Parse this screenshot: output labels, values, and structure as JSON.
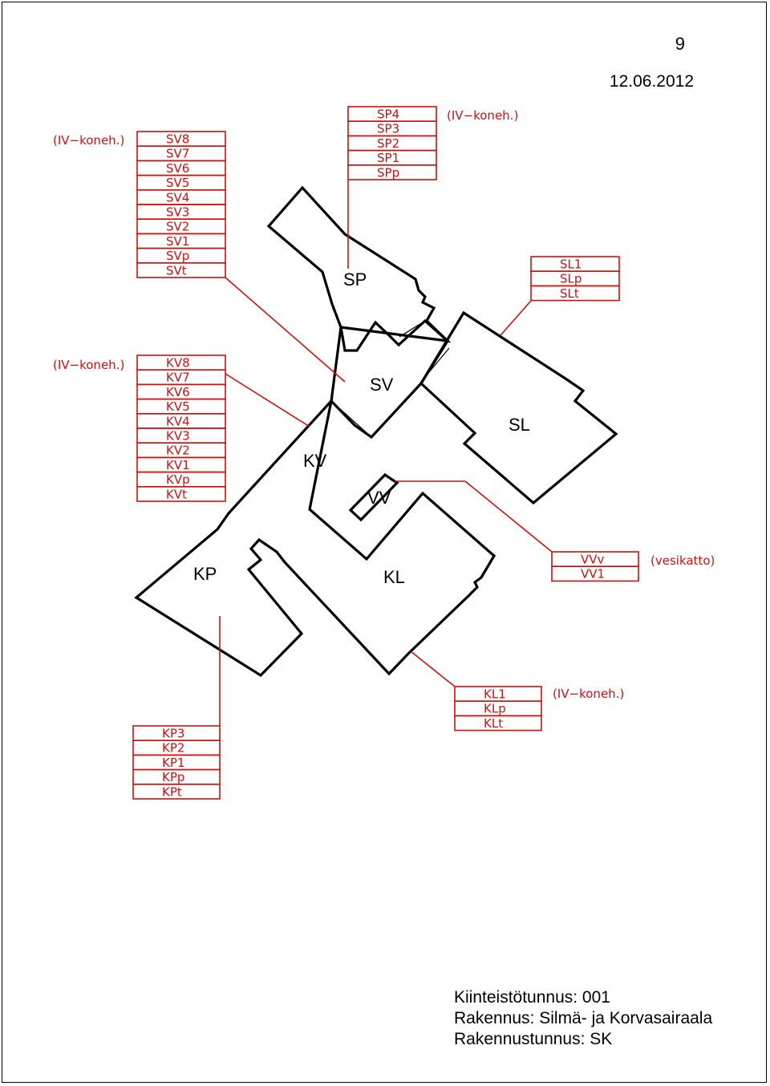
{
  "header": {
    "page_number": "9",
    "date": "12.06.2012"
  },
  "colors": {
    "callout": "#cc1111",
    "outline": "#000000"
  },
  "zones": {
    "SP": "SP",
    "SV": "SV",
    "SL": "SL",
    "KV": "KV",
    "VV": "VV",
    "KP": "KP",
    "KL": "KL"
  },
  "callouts": {
    "SV": {
      "note": "(IV−koneh.)",
      "levels": [
        "SV8",
        "SV7",
        "SV6",
        "SV5",
        "SV4",
        "SV3",
        "SV2",
        "SV1",
        "SVp",
        "SVt"
      ]
    },
    "SP": {
      "note": "(IV−koneh.)",
      "levels": [
        "SP4",
        "SP3",
        "SP2",
        "SP1",
        "SPp"
      ]
    },
    "SL": {
      "levels": [
        "SL1",
        "SLp",
        "SLt"
      ]
    },
    "KV": {
      "note": "(IV−koneh.)",
      "levels": [
        "KV8",
        "KV7",
        "KV6",
        "KV5",
        "KV4",
        "KV3",
        "KV2",
        "KV1",
        "KVp",
        "KVt"
      ]
    },
    "VV": {
      "note": "(vesikatto)",
      "levels": [
        "VVv",
        "VV1"
      ]
    },
    "KL": {
      "note": "(IV−koneh.)",
      "levels": [
        "KL1",
        "KLp",
        "KLt"
      ]
    },
    "KP": {
      "levels": [
        "KP3",
        "KP2",
        "KP1",
        "KPp",
        "KPt"
      ]
    }
  },
  "footer": {
    "line1": "Kiinteistötunnus: 001",
    "line2": "Rakennus: Silmä- ja Korvasairaala",
    "line3": "Rakennustunnus: SK"
  }
}
